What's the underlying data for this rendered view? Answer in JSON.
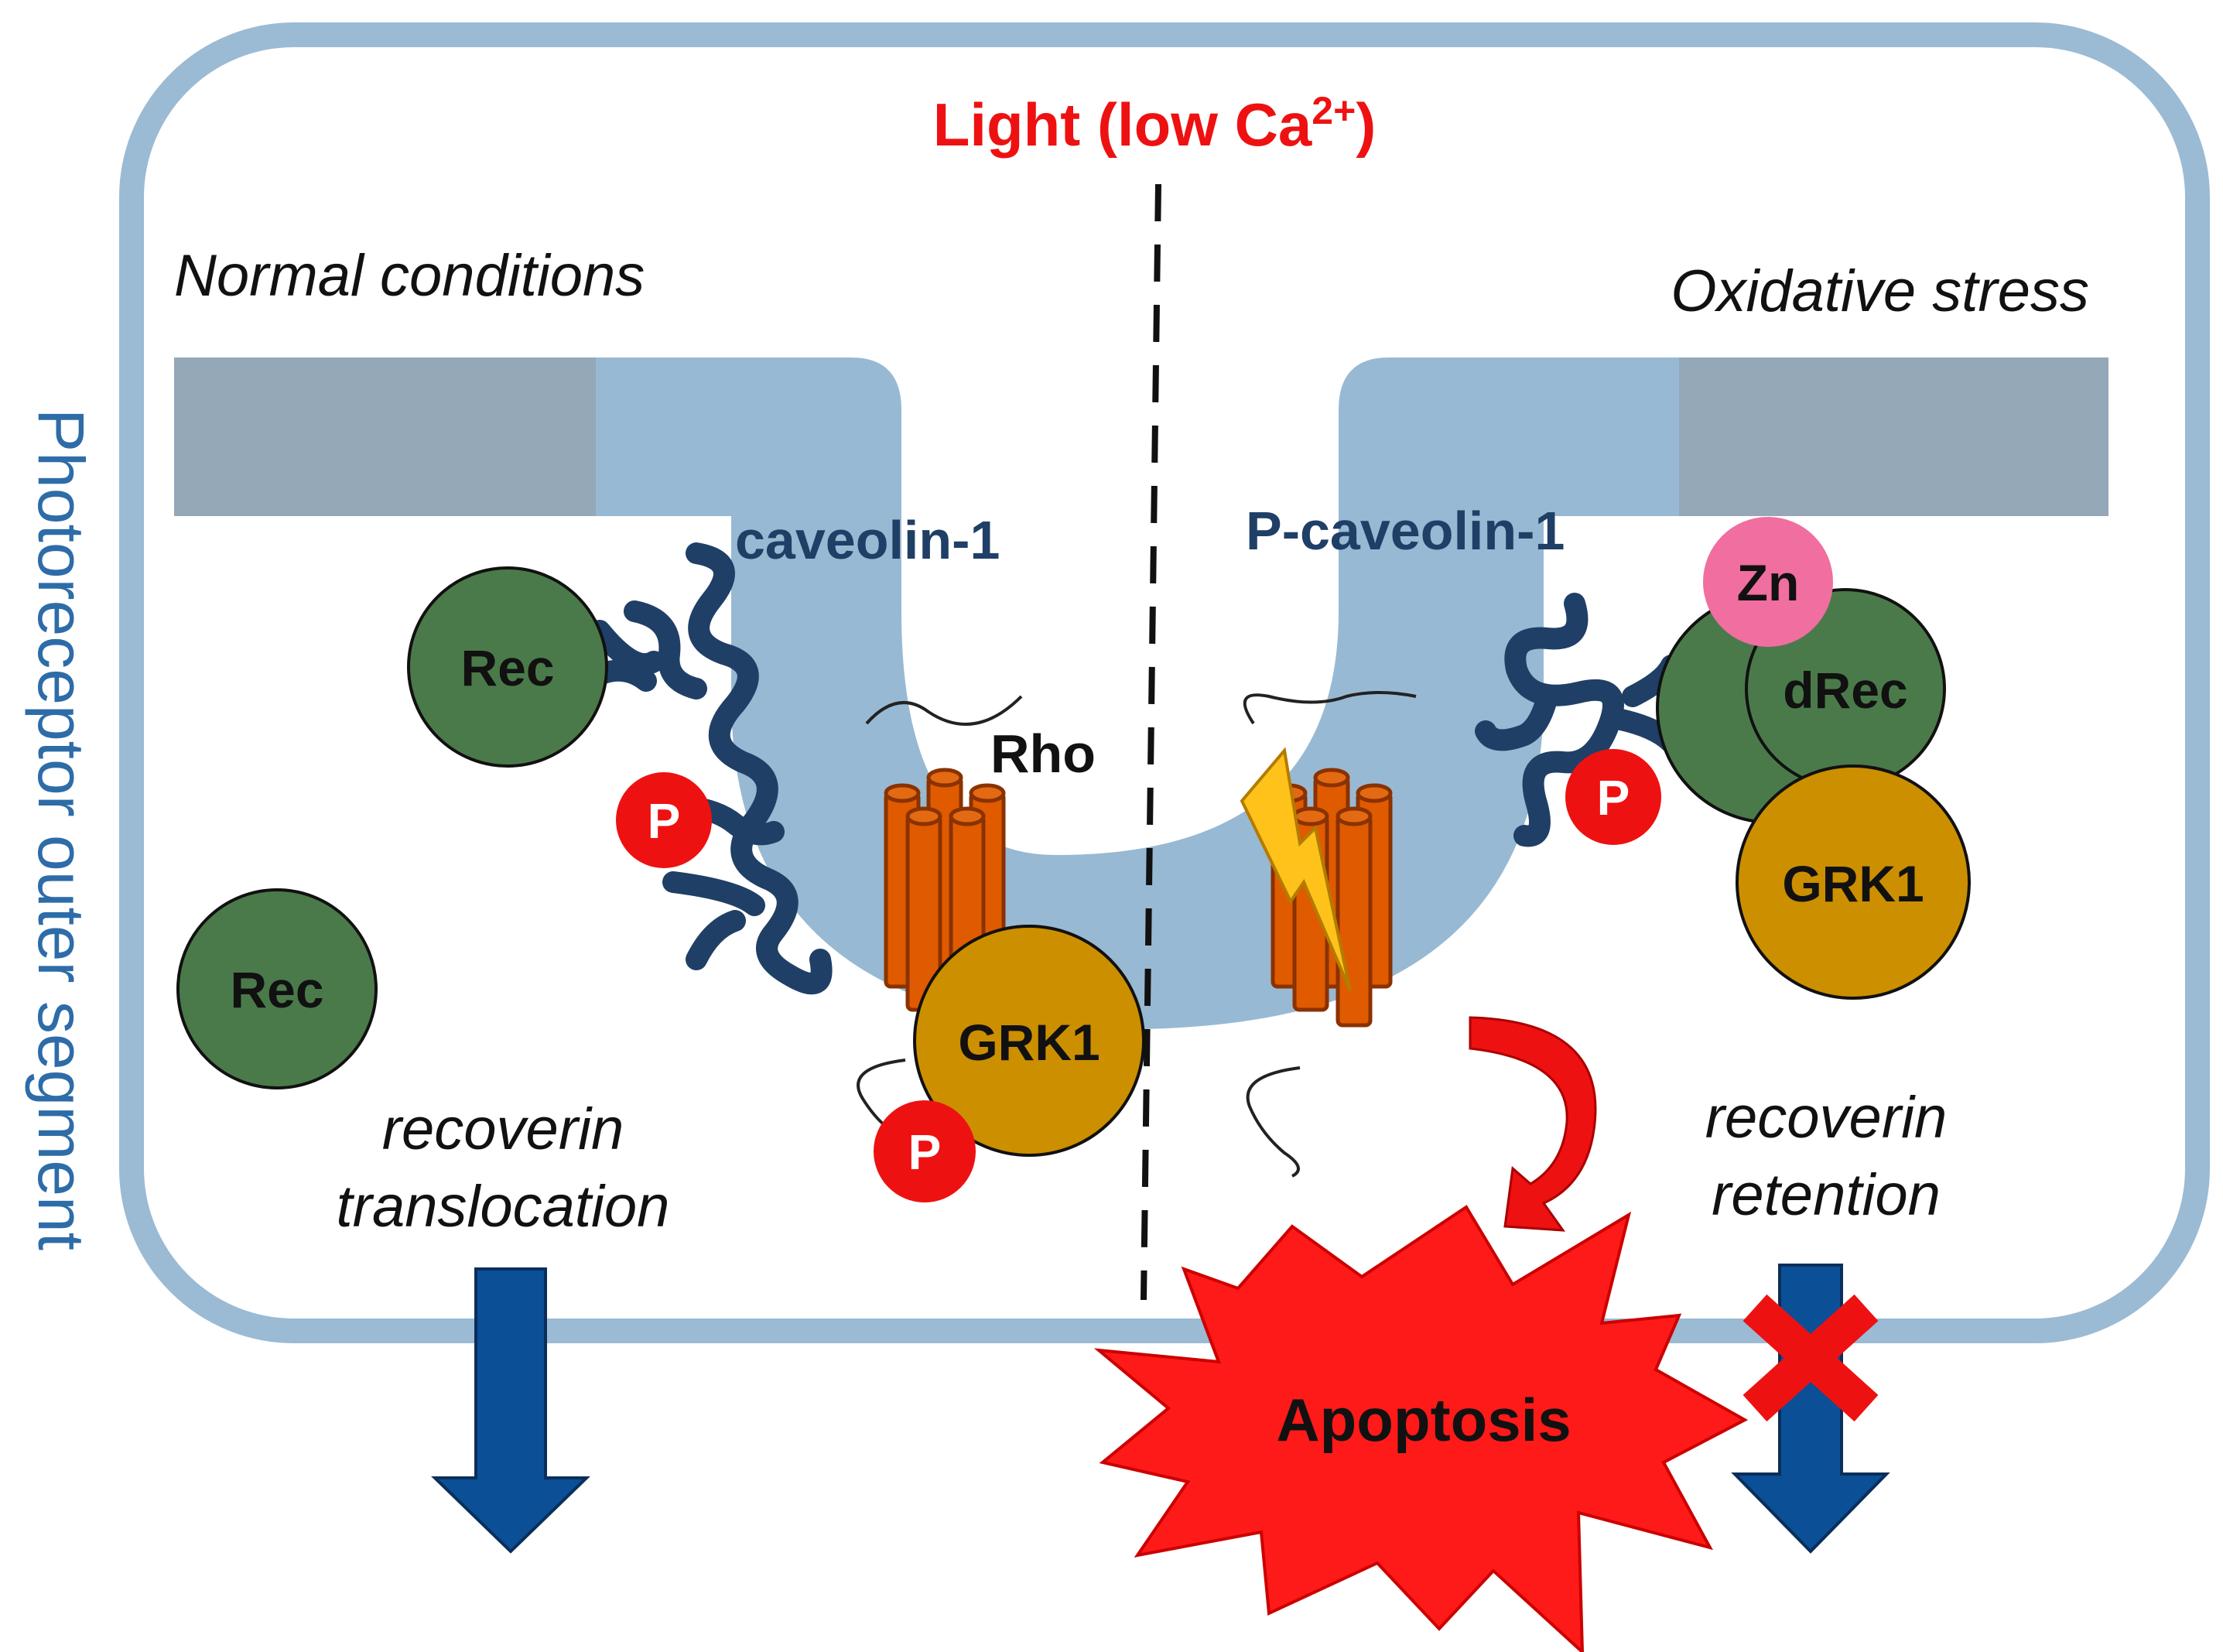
{
  "side_label": "Photoreceptor outer segment",
  "header": {
    "light_label": "Light (low Ca",
    "light_sup": "2+",
    "light_close": ")"
  },
  "left_panel": {
    "condition": "Normal conditions",
    "caveolin_label": "caveolin-1",
    "rho_label": "Rho",
    "rec_bound_label": "Rec",
    "rec_free_label": "Rec",
    "grk1_label": "GRK1",
    "phospho_label": "P",
    "outcome_line1": "recoverin",
    "outcome_line2": "translocation"
  },
  "right_panel": {
    "condition": "Oxidative stress",
    "caveolin_label": "P-caveolin-1",
    "zn_label": "Zn",
    "drec_label": "dRec",
    "grk1_label": "GRK1",
    "phospho_label": "P",
    "outcome_line1": "recoverin",
    "outcome_line2": "retention",
    "apoptosis_label": "Apoptosis"
  },
  "colors": {
    "membrane_outline": "#9bbad4",
    "membrane_fill": "#98b9d3",
    "membrane_gray": "#94a8b8",
    "caveolin": "#1f3f66",
    "rec_green": "#4b7a4a",
    "grk_gold": "#cc8f00",
    "phospho_red": "#ee1111",
    "rhodopsin": "#e05a00",
    "zn_pink": "#f06ea0",
    "arrow_blue": "#0b4f96",
    "apoptosis_red": "#ff1a1a",
    "light_red": "#ee1111",
    "side_label_blue": "#2e6ca8",
    "lightning": "#ffc21a"
  }
}
